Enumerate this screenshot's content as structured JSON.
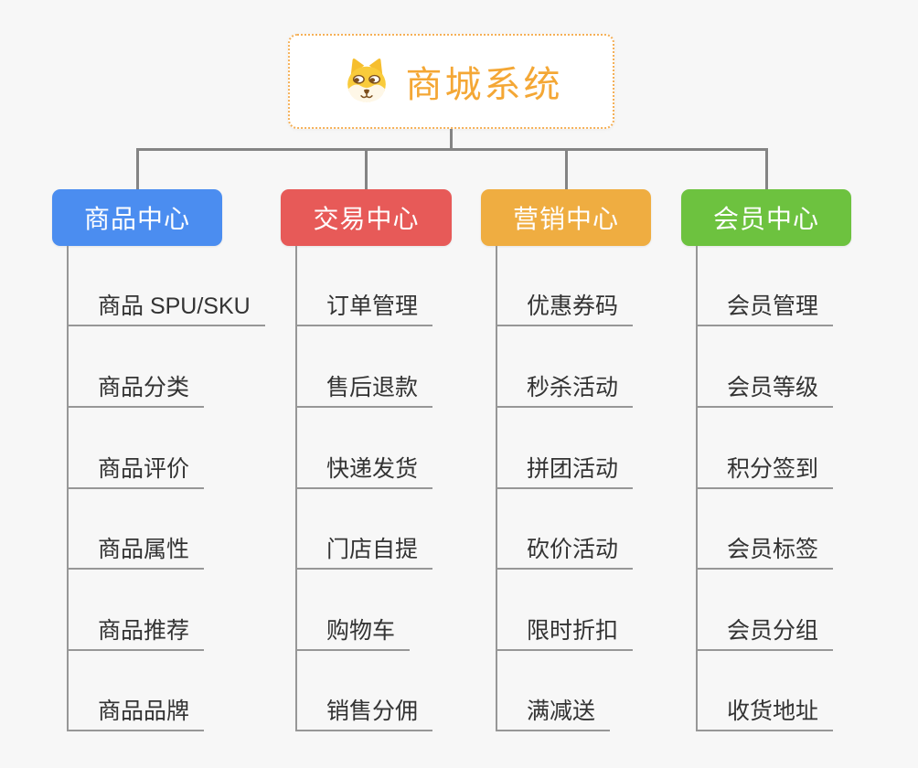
{
  "root": {
    "title": "商城系统",
    "icon": "shiba-dog-icon",
    "title_color": "#F4A735",
    "border_color": "#F5B057"
  },
  "colors": {
    "background": "#F7F7F7",
    "connector": "#848484",
    "leaf_line": "#979797",
    "leaf_text": "#333333"
  },
  "branches": [
    {
      "label": "商品中心",
      "color": "#4B8DF0",
      "items": [
        "商品 SPU/SKU",
        "商品分类",
        "商品评价",
        "商品属性",
        "商品推荐",
        "商品品牌"
      ]
    },
    {
      "label": "交易中心",
      "color": "#E75A58",
      "items": [
        "订单管理",
        "售后退款",
        "快递发货",
        "门店自提",
        "购物车",
        "销售分佣"
      ]
    },
    {
      "label": "营销中心",
      "color": "#EFAD41",
      "items": [
        "优惠券码",
        "秒杀活动",
        "拼团活动",
        "砍价活动",
        "限时折扣",
        "满减送"
      ]
    },
    {
      "label": "会员中心",
      "color": "#6DC23F",
      "items": [
        "会员管理",
        "会员等级",
        "积分签到",
        "会员标签",
        "会员分组",
        "收货地址"
      ]
    }
  ]
}
